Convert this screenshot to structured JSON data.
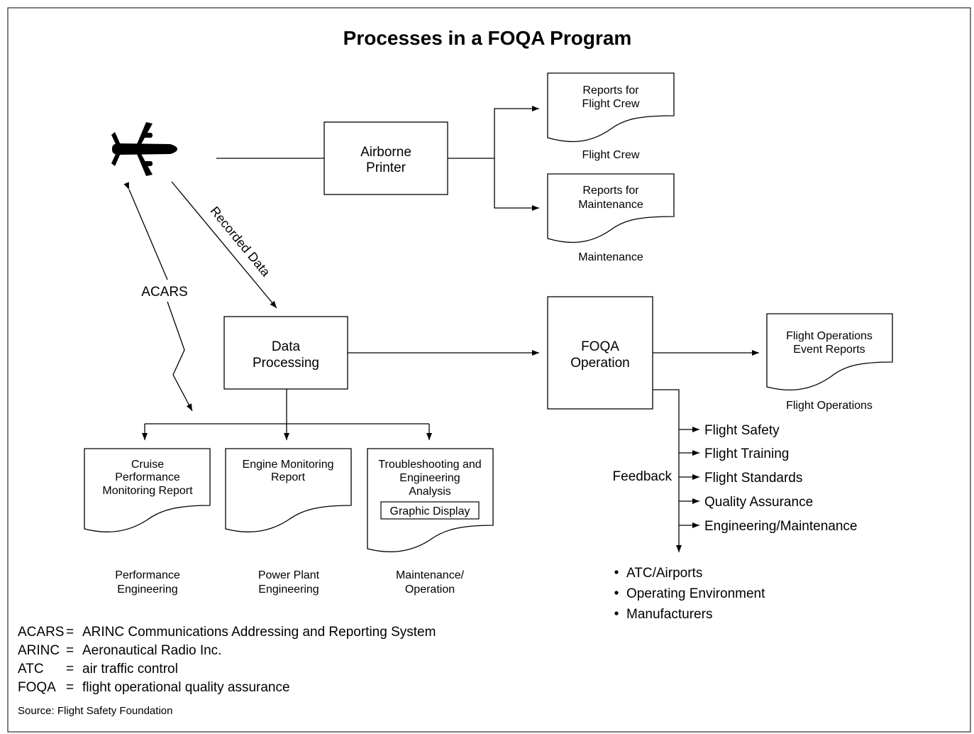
{
  "title": "Processes in a FOQA Program",
  "aircraft": {
    "icon": "airplane-icon"
  },
  "airborne_printer": {
    "line1": "Airborne",
    "line2": "Printer"
  },
  "reports_flight_crew": {
    "line1": "Reports for",
    "line2": "Flight Crew",
    "caption": "Flight Crew"
  },
  "reports_maintenance": {
    "line1": "Reports for",
    "line2": "Maintenance",
    "caption": "Maintenance"
  },
  "recorded_data_label": "Recorded Data",
  "acars_label": "ACARS",
  "data_processing": {
    "line1": "Data",
    "line2": "Processing"
  },
  "foqa_operation": {
    "line1": "FOQA",
    "line2": "Operation"
  },
  "flight_ops_reports": {
    "line1": "Flight Operations",
    "line2": "Event Reports",
    "caption": "Flight Operations"
  },
  "cruise_report": {
    "line1": "Cruise",
    "line2": "Performance",
    "line3": "Monitoring Report",
    "caption1": "Performance",
    "caption2": "Engineering"
  },
  "engine_report": {
    "line1": "Engine Monitoring",
    "line2": "Report",
    "caption1": "Power Plant",
    "caption2": "Engineering"
  },
  "troubleshooting_report": {
    "line1": "Troubleshooting and",
    "line2": "Engineering",
    "line3": "Analysis",
    "graphic_display": "Graphic Display",
    "caption1": "Maintenance/",
    "caption2": "Operation"
  },
  "feedback": {
    "label": "Feedback",
    "items": [
      "Flight Safety",
      "Flight Training",
      "Flight Standards",
      "Quality Assurance",
      "Engineering/Maintenance"
    ]
  },
  "bullets": [
    "ATC/Airports",
    "Operating Environment",
    "Manufacturers"
  ],
  "legend": [
    {
      "abbr": "ACARS",
      "eq": "=",
      "def": "ARINC Communications Addressing and Reporting System"
    },
    {
      "abbr": "ARINC",
      "eq": "=",
      "def": "Aeronautical Radio Inc."
    },
    {
      "abbr": "ATC",
      "eq": "=",
      "def": "air traffic control"
    },
    {
      "abbr": "FOQA",
      "eq": "=",
      "def": "flight operational quality assurance"
    }
  ],
  "source": "Source: Flight Safety Foundation"
}
